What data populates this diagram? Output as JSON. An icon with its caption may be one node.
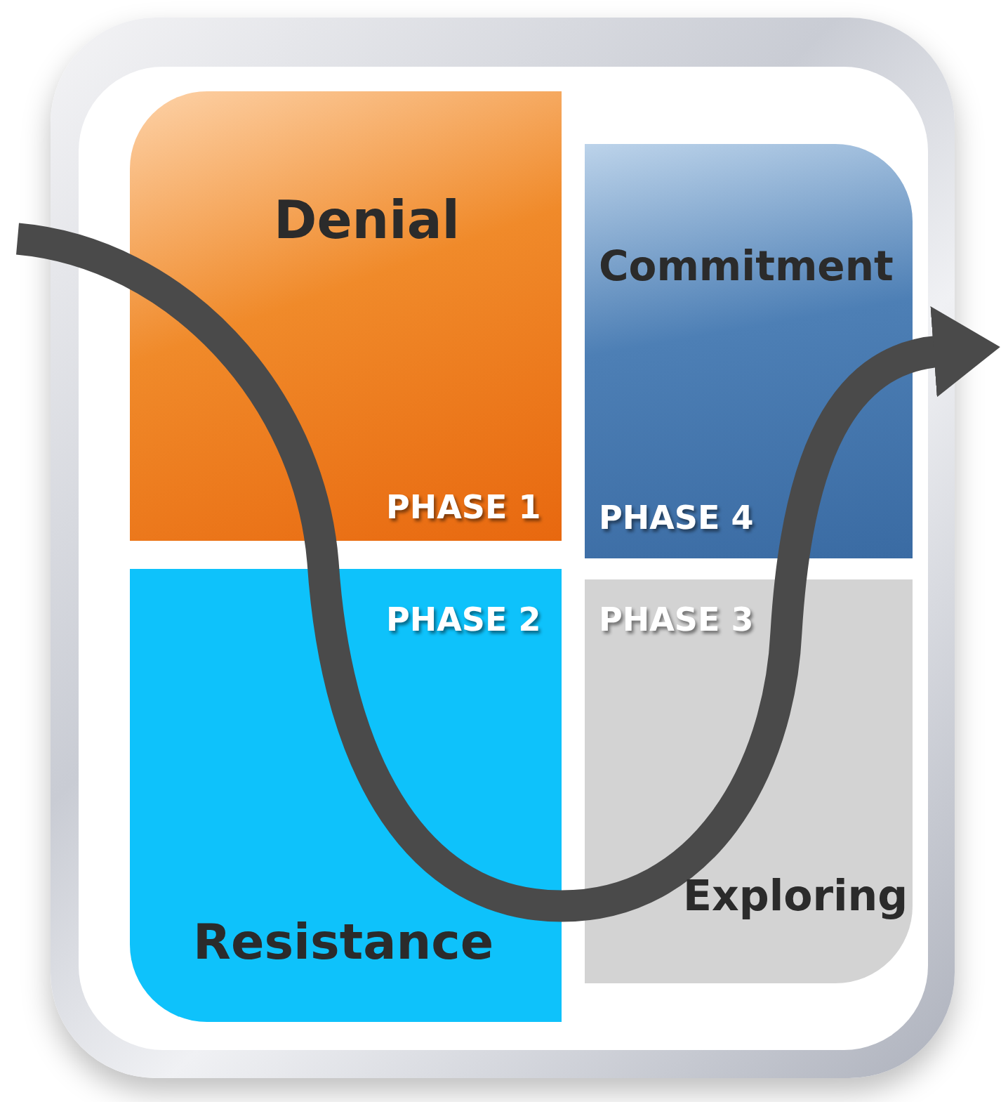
{
  "diagram": {
    "nodes": [
      {
        "text": [
          "Denial",
          "PHASE 1"
        ]
      },
      {
        "text": [
          "Commitment",
          "PHASE 4"
        ]
      },
      {
        "text": [
          "PHASE 2",
          "Resistance"
        ]
      },
      {
        "text": [
          "PHASE 3",
          "Exploring"
        ]
      }
    ],
    "edges": []
  }
}
